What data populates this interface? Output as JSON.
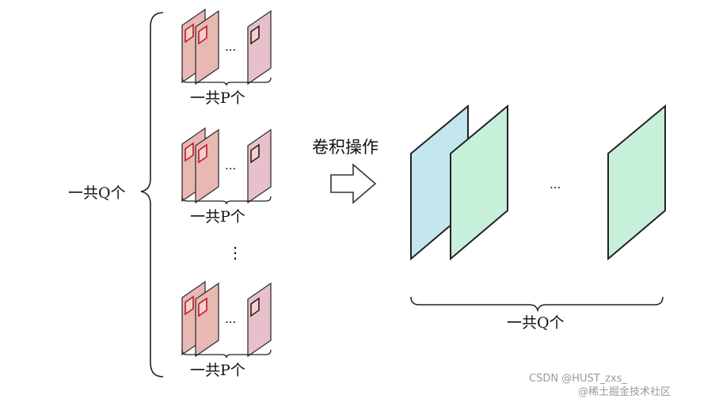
{
  "left_group": {
    "total_label": "一共Q个",
    "row_label": "一共P个",
    "row_ellipsis": "...",
    "vertical_ellipsis": "⋮",
    "row_count": 3
  },
  "operation": {
    "label": "卷积操作",
    "arrow_icon": "hollow-right-arrow-icon"
  },
  "right_group": {
    "ellipsis": "...",
    "total_label": "一共Q个",
    "colors": {
      "blue_sheet": "#c4e6ef",
      "green_sheet": "#c6f0d9"
    }
  },
  "kernel_colors": {
    "front": "#e8b8b3",
    "back": "#e8b8b3",
    "last": "#e8c0cb",
    "inner_mark": "#d02040"
  },
  "watermark": {
    "line1": "CSDN @HUST_zxs_",
    "line2": "@稀土掘金技术社区"
  }
}
